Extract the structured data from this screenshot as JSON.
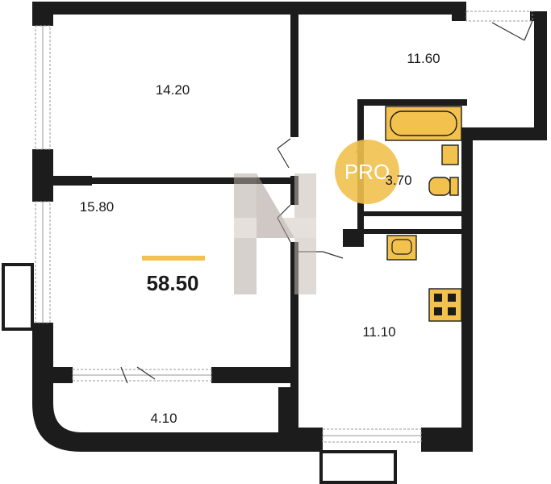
{
  "rooms": {
    "room_top_left": "14.20",
    "room_top_right": "11.60",
    "room_bath": "3.70",
    "room_left": "15.80",
    "room_kitchen": "11.10",
    "room_balcony": "4.10"
  },
  "total_area": "58.50",
  "badge": {
    "text": "PRO",
    "color": "#f2c14e"
  },
  "watermark_icon": "h-logo-watermark",
  "colors": {
    "wall": "#1c1c1c",
    "fixture": "#f2c14e",
    "accent": "#f2c14e"
  }
}
